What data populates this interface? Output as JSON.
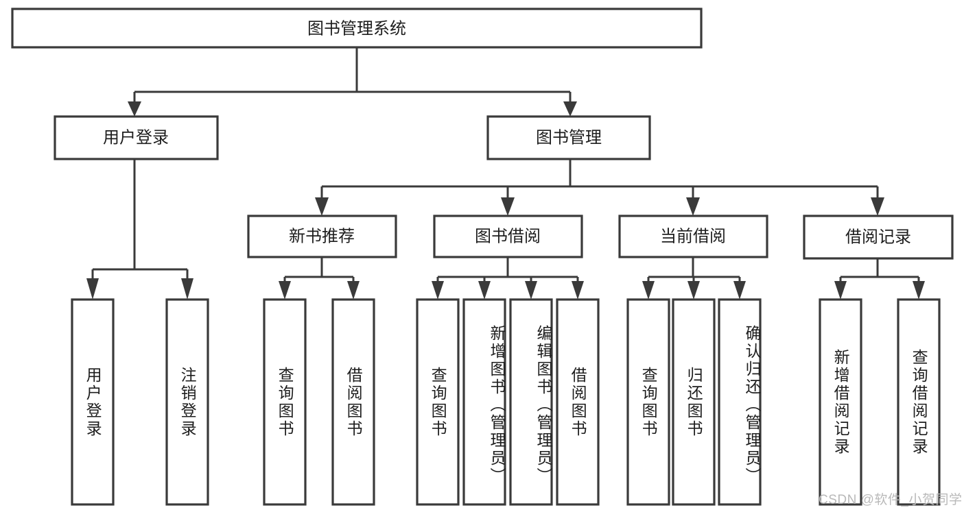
{
  "diagram": {
    "type": "tree-hierarchy",
    "title": "图书管理系统",
    "root": {
      "id": "root",
      "label": "图书管理系统"
    },
    "level2": [
      {
        "id": "user-login",
        "label": "用户登录"
      },
      {
        "id": "book-manage",
        "label": "图书管理"
      }
    ],
    "level3": [
      {
        "id": "new-book-recommend",
        "label": "新书推荐",
        "parent": "book-manage"
      },
      {
        "id": "book-borrow",
        "label": "图书借阅",
        "parent": "book-manage"
      },
      {
        "id": "current-borrow",
        "label": "当前借阅",
        "parent": "book-manage"
      },
      {
        "id": "borrow-record",
        "label": "借阅记录",
        "parent": "book-manage"
      }
    ],
    "leaves": [
      {
        "id": "leaf-user-login",
        "label": "用户登录",
        "parent": "user-login"
      },
      {
        "id": "leaf-user-logout",
        "label": "注销登录",
        "parent": "user-login"
      },
      {
        "id": "leaf-query-book-1",
        "label": "查询图书",
        "parent": "new-book-recommend"
      },
      {
        "id": "leaf-borrow-book-1",
        "label": "借阅图书",
        "parent": "new-book-recommend"
      },
      {
        "id": "leaf-query-book-2",
        "label": "查询图书",
        "parent": "book-borrow"
      },
      {
        "id": "leaf-add-book",
        "label": "新增图书（管理员）",
        "parent": "book-borrow"
      },
      {
        "id": "leaf-edit-book",
        "label": "编辑图书（管理员）",
        "parent": "book-borrow"
      },
      {
        "id": "leaf-borrow-book-2",
        "label": "借阅图书",
        "parent": "book-borrow"
      },
      {
        "id": "leaf-query-book-3",
        "label": "查询图书",
        "parent": "current-borrow"
      },
      {
        "id": "leaf-return-book",
        "label": "归还图书",
        "parent": "current-borrow"
      },
      {
        "id": "leaf-confirm-return",
        "label": "确认归还（管理员）",
        "parent": "current-borrow"
      },
      {
        "id": "leaf-add-record",
        "label": "新增借阅记录",
        "parent": "borrow-record"
      },
      {
        "id": "leaf-query-record",
        "label": "查询借阅记录",
        "parent": "borrow-record"
      }
    ],
    "colors": {
      "stroke": "#3a3a3a",
      "fill": "#ffffff",
      "text": "#1d1d1d",
      "watermark": "#b9b9b9"
    }
  },
  "watermark": {
    "text": "CSDN @软件_小贺同学"
  }
}
